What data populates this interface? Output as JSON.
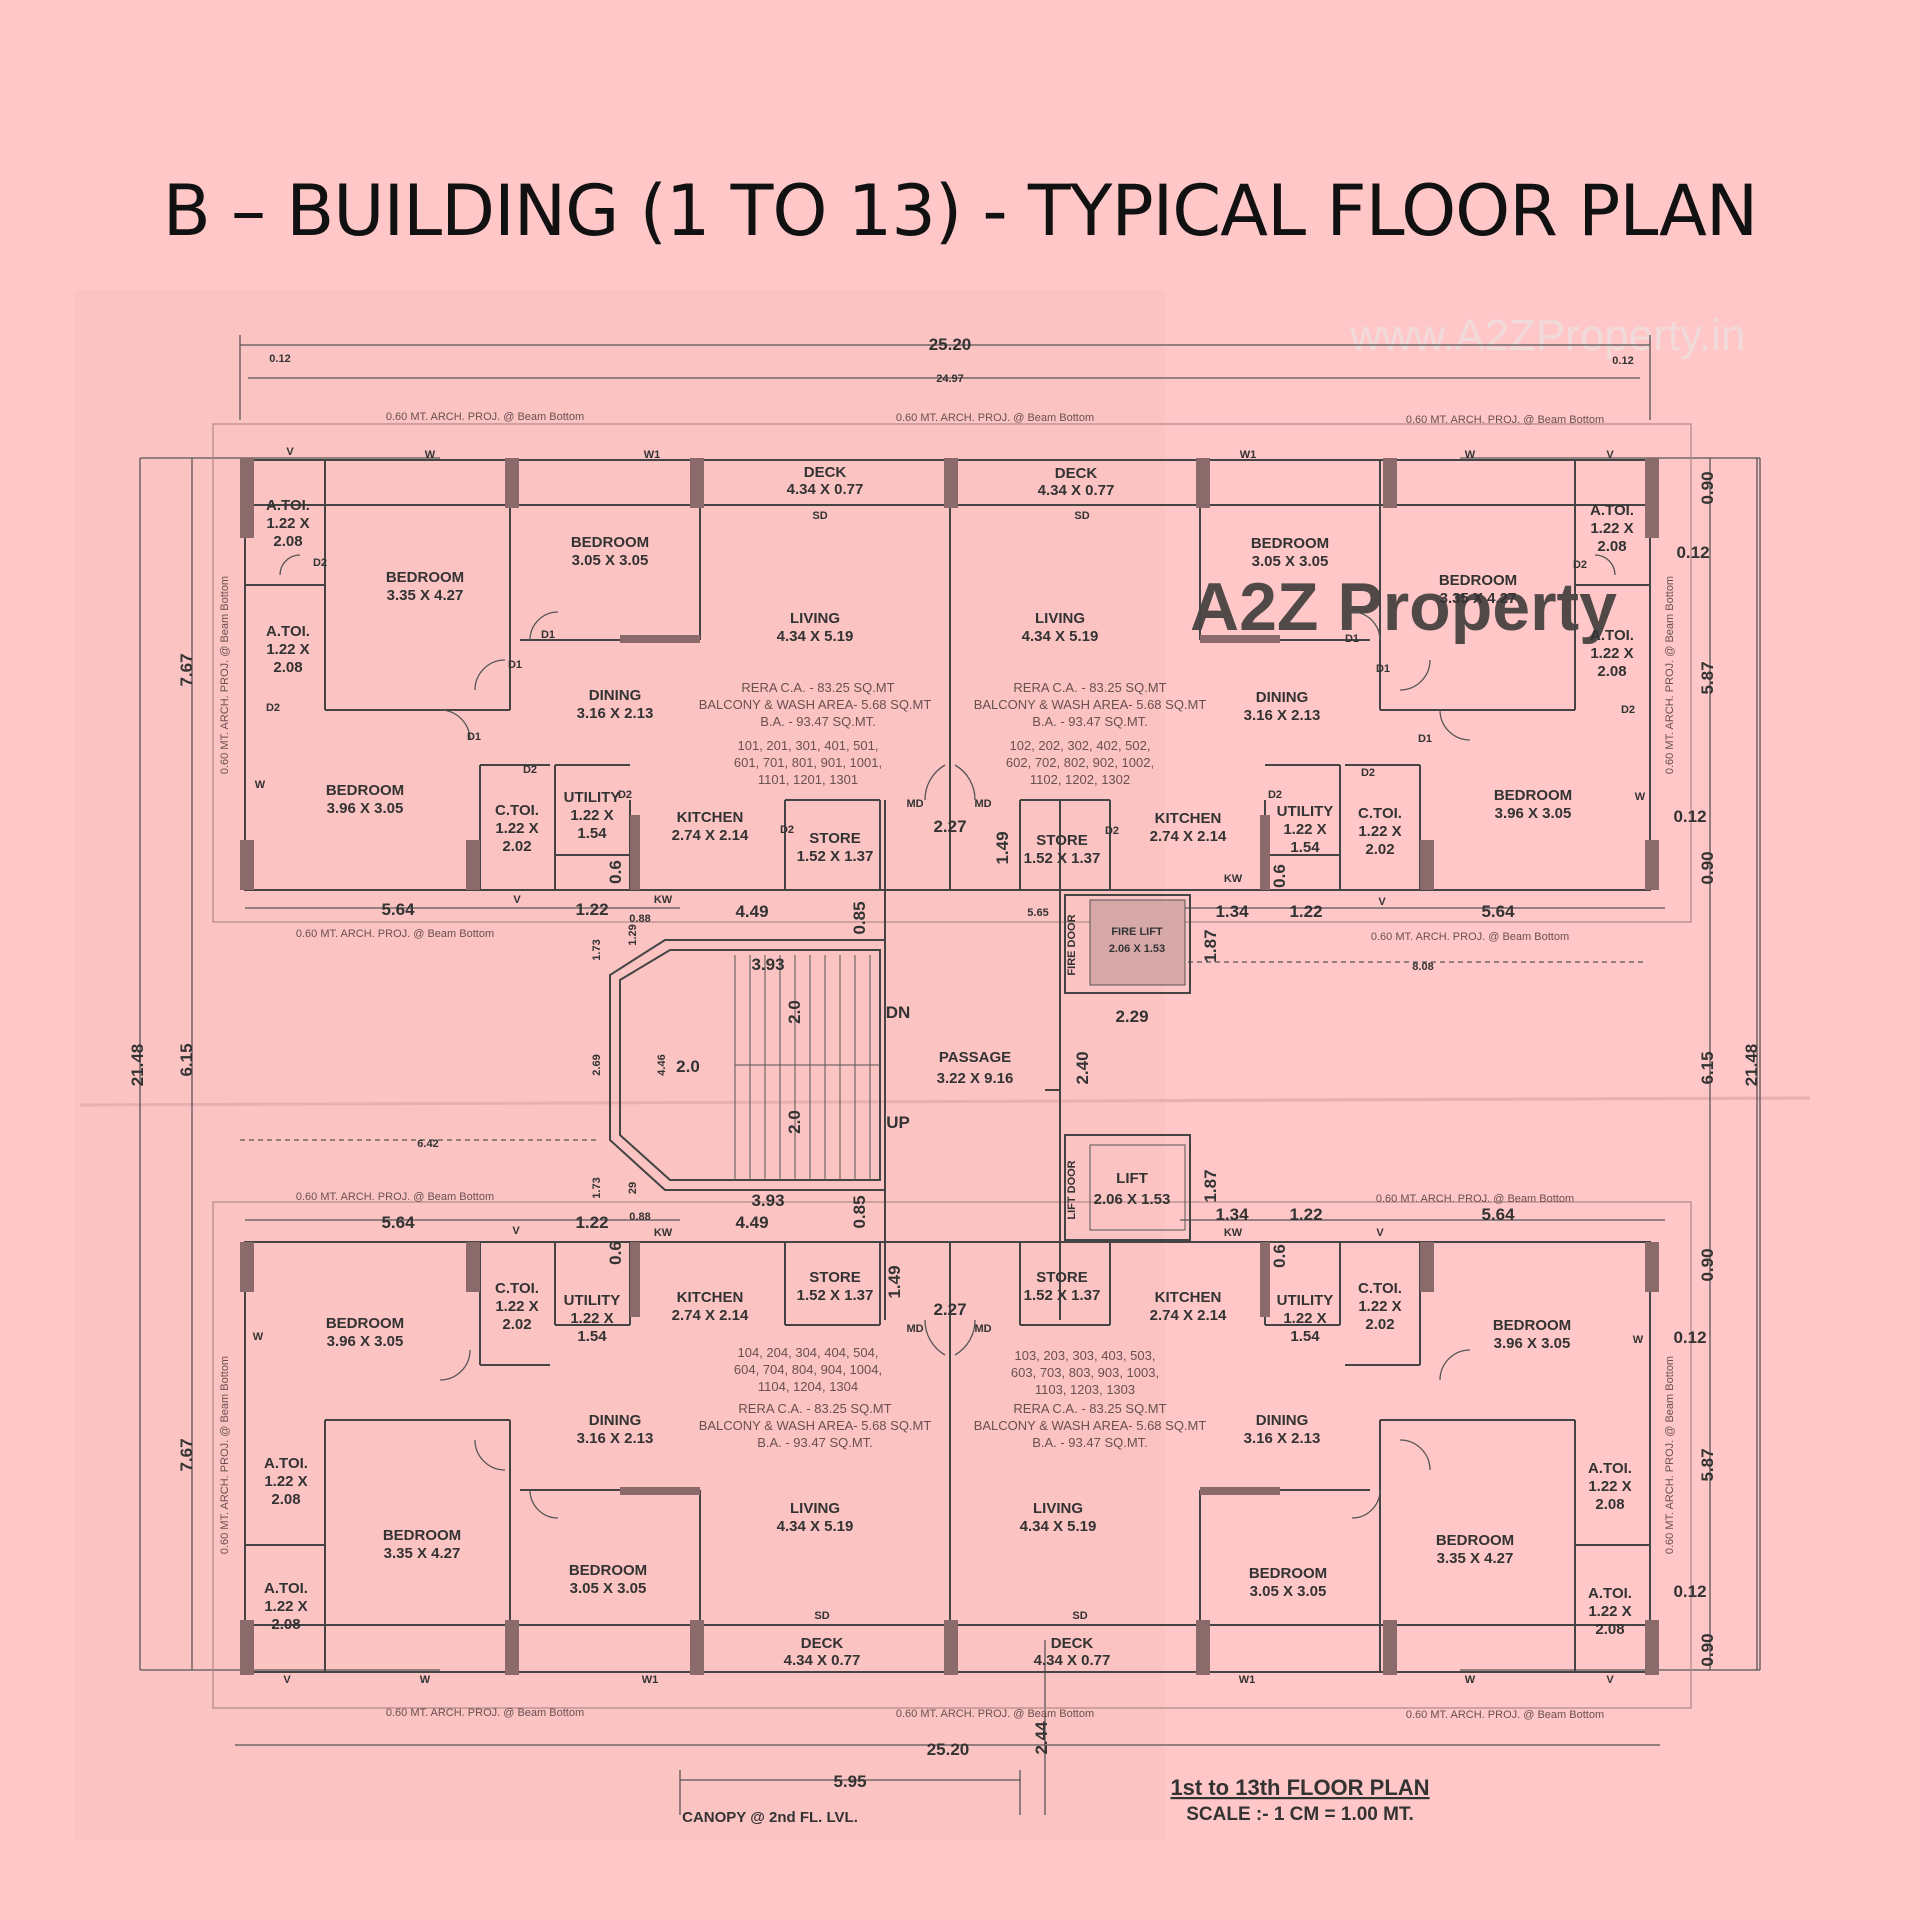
{
  "title": "B – BUILDING (1 TO 13) - TYPICAL FLOOR PLAN",
  "watermark": "www.A2ZProperty.in",
  "logo_watermark": "A2Z Property",
  "footer": {
    "plan_title": "1st to 13th FLOOR PLAN",
    "scale": "SCALE :- 1 CM = 1.00 MT."
  },
  "labels": {
    "bedroom": "BEDROOM",
    "atoi": "A.TOI.",
    "ctoi": "C.TOI.",
    "living": "LIVING",
    "dining": "DINING",
    "kitchen": "KITCHEN",
    "utility": "UTILITY",
    "store": "STORE",
    "deck": "DECK",
    "passage": "PASSAGE",
    "lift": "LIFT",
    "fire_lift": "FIRE LIFT",
    "fire_door": "FIRE DOOR",
    "lift_door": "LIFT DOOR",
    "canopy": "CANOPY @ 2nd FL. LVL.",
    "arch_proj": "0.60 MT. ARCH. PROJ. @ Beam Bottom",
    "dn": "DN",
    "up": "UP"
  },
  "sizes": {
    "bed_335": "3.35 X 4.27",
    "bed_305": "3.05 X 3.05",
    "bed_396": "3.96 X 3.05",
    "toi_a1": "1.22 X",
    "toi_a2": "2.08",
    "toi_c2": "2.02",
    "util2": "1.54",
    "living": "4.34 X 5.19",
    "dining": "3.16 X 2.13",
    "kitchen": "2.74 X 2.14",
    "store": "1.52 X 1.37",
    "deck": "4.34 X 0.77",
    "passage": "3.22 X 9.16",
    "lift": "2.06 X 1.53"
  },
  "area": {
    "rera": "RERA C.A. - 83.25 SQ.MT",
    "balcony": "BALCONY & WASH AREA- 5.68 SQ.MT",
    "ba": "B.A. - 93.47 SQ.MT."
  },
  "flats": {
    "tl_1": "101, 201, 301, 401, 501,",
    "tl_2": "601, 701, 801, 901, 1001,",
    "tl_3": "1101, 1201, 1301",
    "tr_1": "102, 202, 302, 402, 502,",
    "tr_2": "602, 702, 802, 902, 1002,",
    "tr_3": "1102, 1202, 1302",
    "bl_1": "104, 204, 304, 404, 504,",
    "bl_2": "604, 704, 804, 904, 1004,",
    "bl_3": "1104, 1204, 1304",
    "br_1": "103, 203, 303, 403, 503,",
    "br_2": "603, 703, 803, 903, 1003,",
    "br_3": "1103, 1203, 1303"
  },
  "door_codes": {
    "w": "W",
    "w1": "W1",
    "v": "V",
    "d1": "D1",
    "d2": "D2",
    "sd": "SD",
    "md": "MD",
    "kw": "KW"
  },
  "dims": {
    "d2520": "25.20",
    "d2497": "24.97",
    "d012": "0.12",
    "d767": "7.67",
    "d615": "6.15",
    "d2148": "21.48",
    "d587": "5.87",
    "d090": "0.90",
    "d564": "5.64",
    "d122": "1.22",
    "d449": "4.49",
    "d085": "0.85",
    "d227": "2.27",
    "d149": "1.49",
    "d565": "5.65",
    "d134": "1.34",
    "d808": "8.08",
    "d187": "1.87",
    "d229": "2.29",
    "d240": "2.40",
    "d393": "3.93",
    "d20": "2.0",
    "d446": "4.46",
    "d269": "2.69",
    "d173": "1.73",
    "d129": "1.29",
    "d29": "29",
    "d088": "0.88",
    "d06": "0.6",
    "d642": "6.42",
    "d595": "5.95",
    "d244": "2.44"
  }
}
